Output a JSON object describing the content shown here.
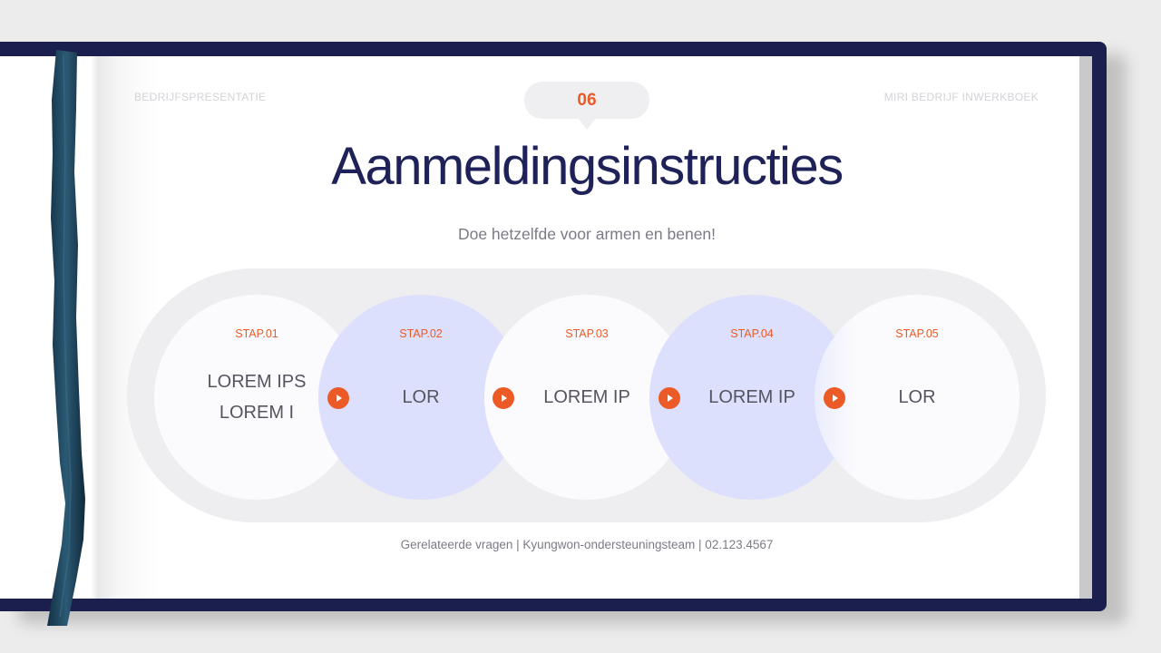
{
  "header": {
    "left_text": "BEDRIJFSPRESENTATIE",
    "right_text": "MIRI BEDRIJF INWERKBOEK",
    "page_number": "06"
  },
  "title": "Aanmeldingsinstructies",
  "subtitle": "Doe hetzelfde voor armen en benen!",
  "steps": [
    {
      "label": "STAP.01",
      "lines": [
        "LOREM IPS",
        "LOREM I"
      ]
    },
    {
      "label": "STAP.02",
      "lines": [
        "LOR"
      ]
    },
    {
      "label": "STAP.03",
      "lines": [
        "LOREM IP"
      ]
    },
    {
      "label": "STAP.04",
      "lines": [
        "LOREM IP"
      ]
    },
    {
      "label": "STAP.05",
      "lines": [
        "LOR"
      ]
    }
  ],
  "footer": "Gerelateerde vragen | Kyungwon-ondersteuningsteam | 02.123.4567",
  "colors": {
    "accent": "#ec5a27",
    "navy": "#1b1f4e",
    "circle_blue": "#dde0fd",
    "circle_white": "#fbfbfd"
  },
  "icons": {
    "step_arrow": "play-arrow-icon",
    "ribbon": "bookmark-ribbon"
  }
}
